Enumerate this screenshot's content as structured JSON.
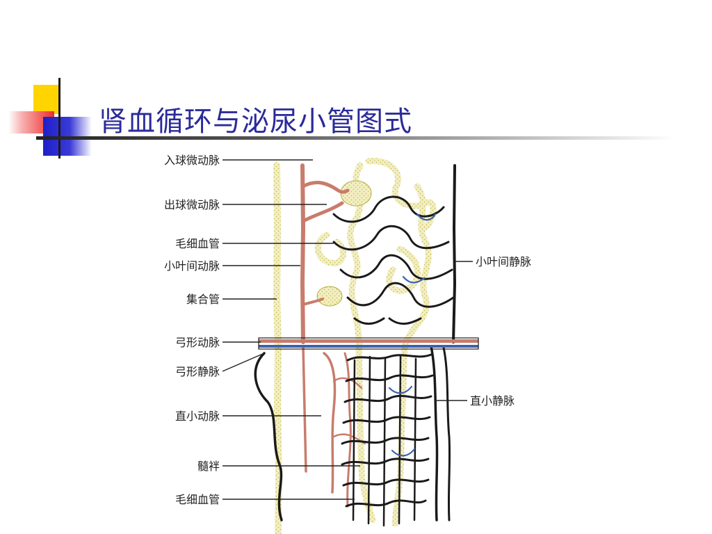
{
  "slide": {
    "title": "肾血循环与泌尿小管图式"
  },
  "figure": {
    "labels_left": [
      "入球微动脉",
      "出球微动脉",
      "毛细血管",
      "小叶间动脉",
      "集合管",
      "弓形动脉",
      "弓形静脉",
      "直小动脉",
      "髓袢",
      "毛细血管"
    ],
    "labels_right": [
      "小叶间静脉",
      "直小静脉"
    ]
  },
  "colors": {
    "title_text": "#2a2a9a",
    "artery": "#c87c6c",
    "vein": "#1a1a1a",
    "vein_accent": "#3a62b0",
    "tubule_fill": "#f3efc4",
    "tubule_dot": "#c8c058"
  }
}
